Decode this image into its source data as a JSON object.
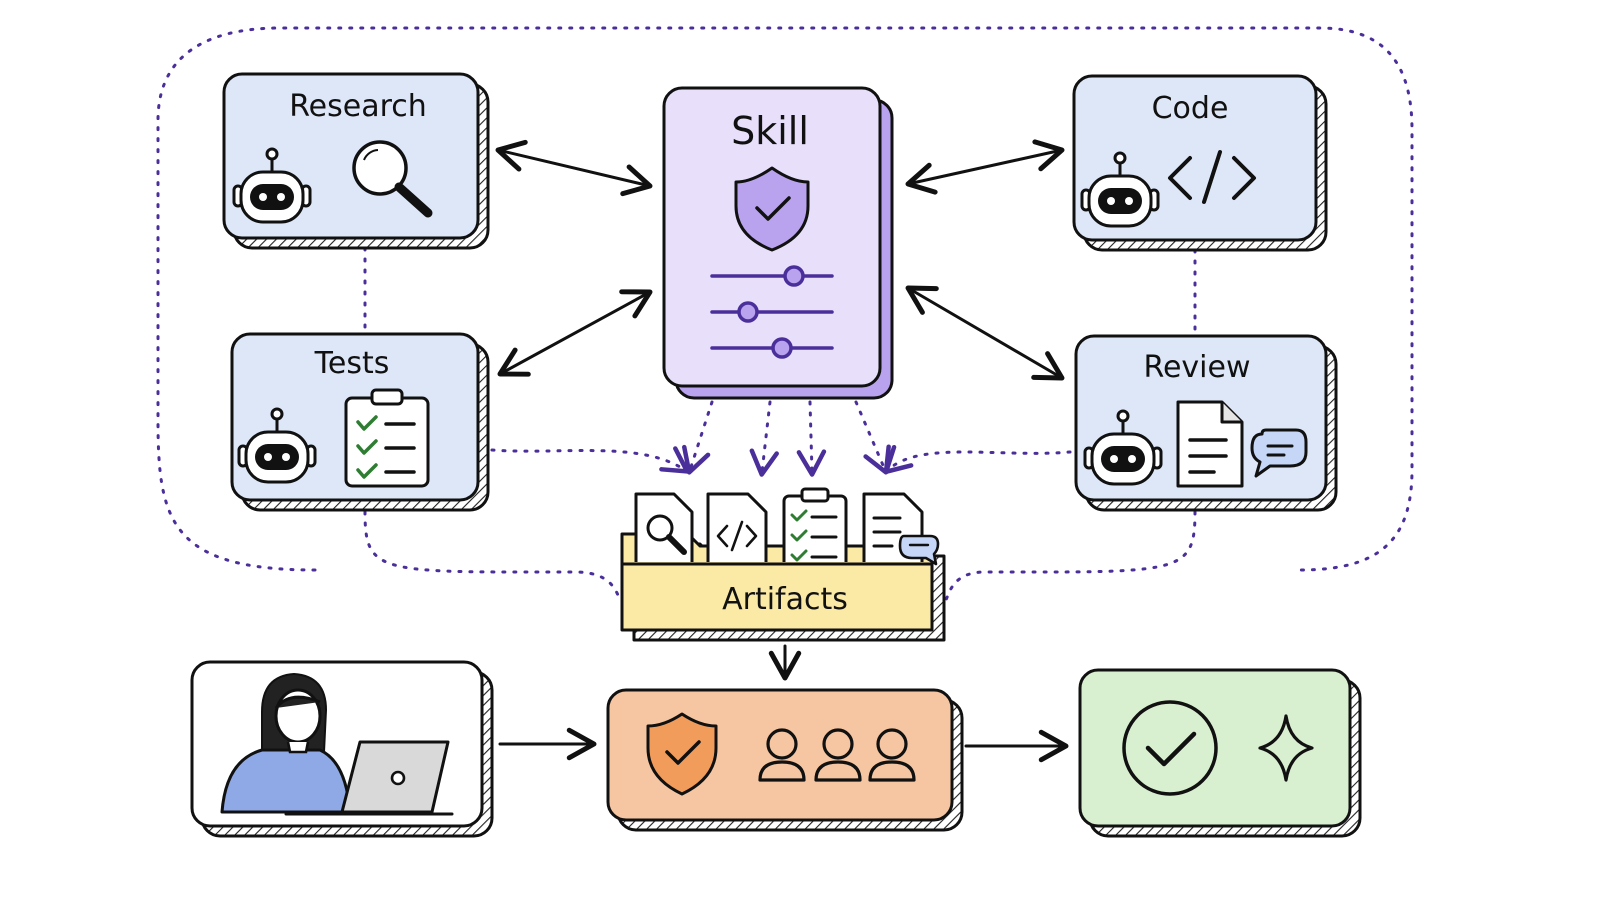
{
  "diagram": {
    "agents": {
      "research": {
        "label": "Research"
      },
      "code": {
        "label": "Code"
      },
      "tests": {
        "label": "Tests"
      },
      "review": {
        "label": "Review"
      }
    },
    "skill": {
      "label": "Skill"
    },
    "artifacts": {
      "label": "Artifacts"
    }
  },
  "colors": {
    "agent_fill": "#dde7f8",
    "skill_fill": "#e8e0fb",
    "skill_accent": "#4a2f9a",
    "shield_fill": "#b9a3ee",
    "artifacts_fill": "#fbe9a6",
    "review_gate_fill": "#f6c6a2",
    "shield_orange": "#f29c5c",
    "result_fill": "#d8efd0",
    "dotted": "#4a2f9a",
    "ink": "#111111",
    "person_shirt": "#8fa9e6",
    "laptop_fill": "#d9d9d9"
  }
}
